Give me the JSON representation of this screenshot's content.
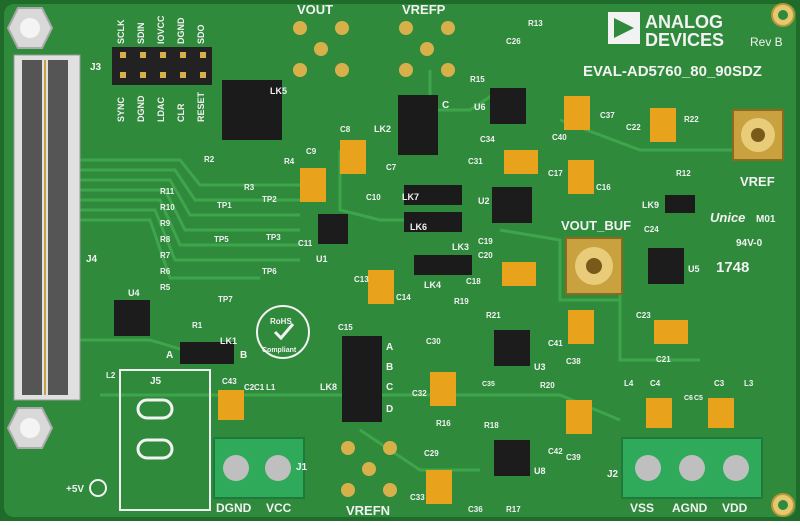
{
  "brand": {
    "line1": "ANALOG",
    "line2": "DEVICES"
  },
  "board": {
    "title": "EVAL-AD5760_80_90SDZ",
    "rev": "Rev B"
  },
  "connectors": {
    "vout": "VOUT",
    "vrefp": "VREFP",
    "vrefn": "VREFN",
    "vout_buf": "VOUT_BUF",
    "vref": "VREF",
    "j1": "J1",
    "j2": "J2",
    "j3": "J3",
    "j4": "J4",
    "j5": "J5"
  },
  "header_pins": [
    "SCLK",
    "SDIN",
    "IOVCC",
    "DGND",
    "SDO"
  ],
  "header_pins_bottom": [
    "SYNC",
    "DGND",
    "LDAC",
    "CLR",
    "RESET"
  ],
  "power_terminals_left": [
    "DGND",
    "VCC"
  ],
  "power_terminals_right": [
    "VSS",
    "AGND",
    "VDD"
  ],
  "power_symbol": "+5V",
  "links": [
    "LK1",
    "LK2",
    "LK3",
    "LK4",
    "LK5",
    "LK6",
    "LK7",
    "LK8",
    "LK9"
  ],
  "ics": [
    "U1",
    "U2",
    "U3",
    "U4",
    "U5",
    "U6",
    "U8"
  ],
  "test_points": [
    "TP1",
    "TP2",
    "TP3",
    "TP5",
    "TP6",
    "TP7"
  ],
  "resistors_left": [
    "R11",
    "R10",
    "R9",
    "R8",
    "R7",
    "R6",
    "R5"
  ],
  "resistors_misc": [
    "R1",
    "R2",
    "R3",
    "R4",
    "R12",
    "R13",
    "R15",
    "R16",
    "R17",
    "R18",
    "R19",
    "R20",
    "R21",
    "R22"
  ],
  "capacitors": [
    "C1",
    "C2",
    "C3",
    "C4",
    "C5",
    "C6",
    "C7",
    "C8",
    "C9",
    "C10",
    "C11",
    "C13",
    "C14",
    "C15",
    "C16",
    "C17",
    "C18",
    "C19",
    "C20",
    "C21",
    "C22",
    "C23",
    "C24",
    "C26",
    "C29",
    "C30",
    "C31",
    "C32",
    "C33",
    "C34",
    "C35",
    "C36",
    "C37",
    "C38",
    "C39",
    "C40",
    "C41",
    "C42",
    "C43"
  ],
  "inductors": [
    "L1",
    "L2",
    "L3",
    "L4"
  ],
  "jumper_letters": {
    "a": "A",
    "b": "B",
    "c": "C",
    "d": "D"
  },
  "rohs": {
    "line1": "RoHS",
    "line2": "Compliant"
  },
  "fab": {
    "logo": "Unice",
    "code": "M01",
    "rating": "94V-0",
    "date": "1748"
  },
  "colors": {
    "pcb": "#2f8a3c",
    "pcb_dark": "#1f6b2a",
    "trace": "#3fa54c",
    "silk": "#f2f2f2",
    "gold": "#d8b04a",
    "terminal": "#2fa95a",
    "tantalum": "#e8a21c"
  }
}
